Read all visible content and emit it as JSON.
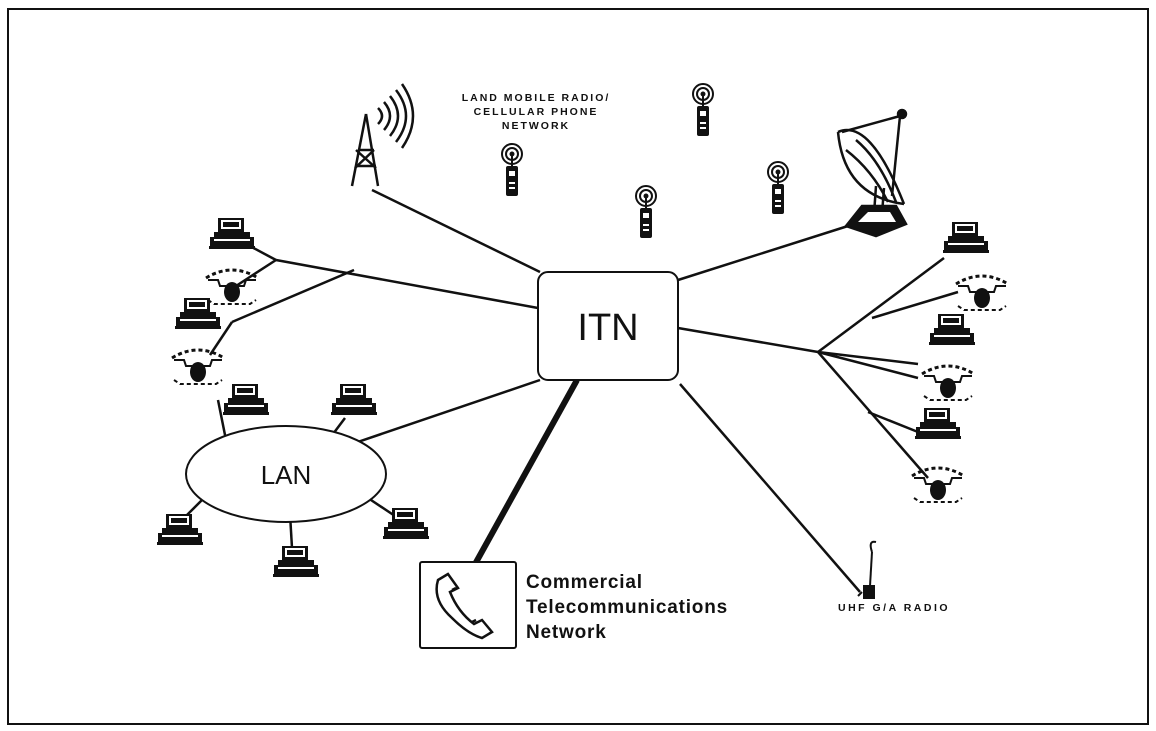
{
  "diagram": {
    "hub_label": "ITN",
    "lan_label": "LAN",
    "land_mobile_label_lines": [
      "LAND MOBILE RADIO/",
      "CELLULAR PHONE",
      "NETWORK"
    ],
    "commercial_label_lines": [
      "Commercial",
      "Telecommunications",
      "Network"
    ],
    "uhf_label": "UHF G/A RADIO",
    "colors": {
      "ink": "#111111",
      "background": "#ffffff",
      "hub_fill": "#ffffff"
    },
    "icons": [
      "radio-tower-icon",
      "cellular-phone-icon",
      "satellite-dish-icon",
      "computer-terminal-icon",
      "telephone-icon",
      "handset-icon",
      "uhf-radio-icon"
    ]
  }
}
